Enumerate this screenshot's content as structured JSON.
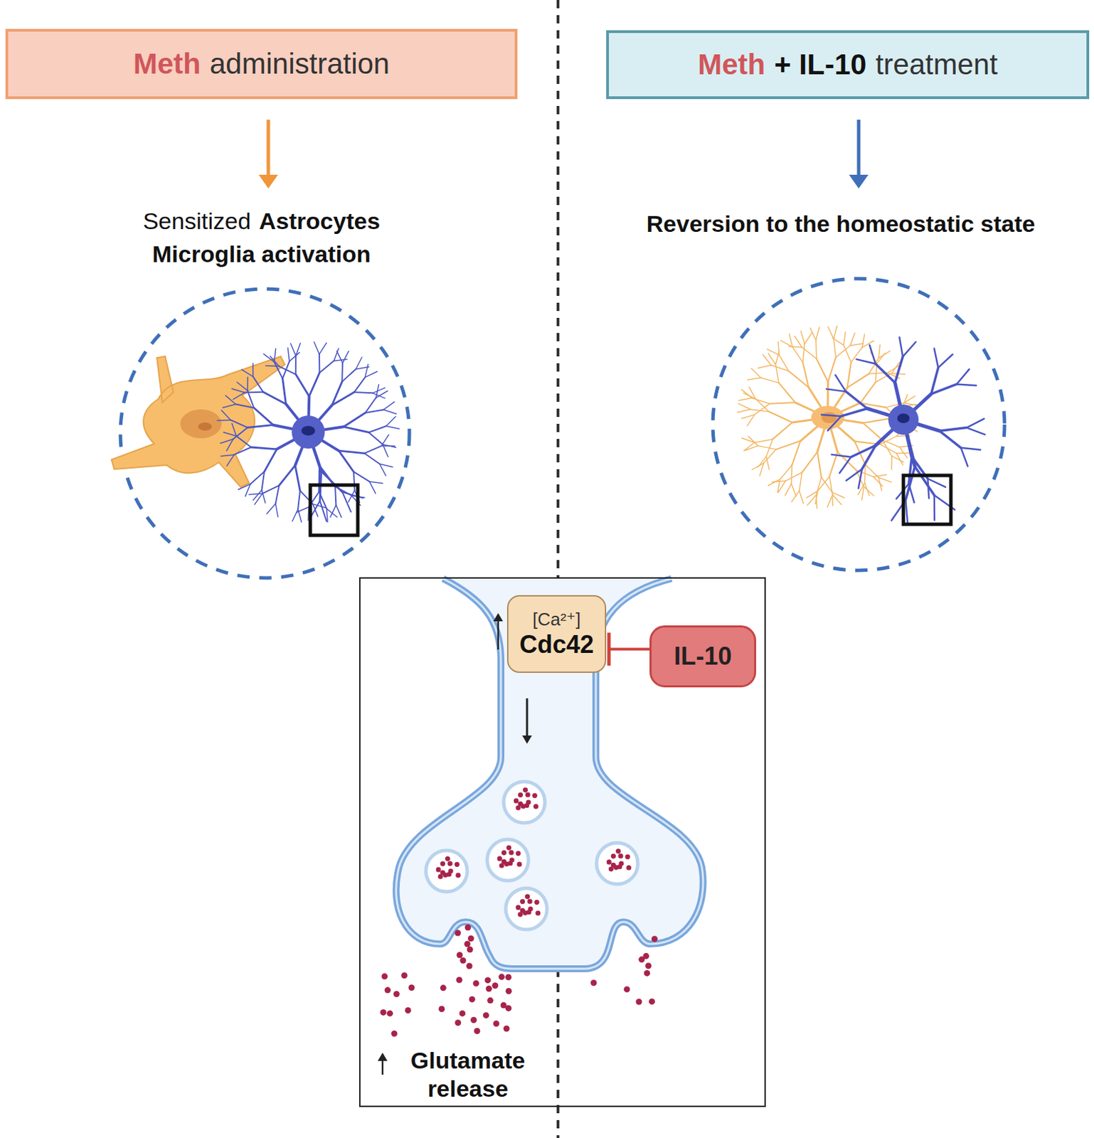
{
  "diagram": {
    "nodes": [
      {
        "text": [
          "Meth",
          "administration"
        ]
      },
      {
        "text": [
          "Meth",
          "+ IL-10",
          "treatment"
        ]
      },
      {
        "text": [
          "Glutamate release"
        ]
      },
      {
        "text": [
          "[Ca²⁺]",
          "Cdc42"
        ],
        "in": 2
      },
      {
        "text": [
          "IL-10"
        ],
        "in": 2
      }
    ],
    "edges": [
      {
        "from": 4,
        "to": 3,
        "arrow": "to"
      }
    ],
    "labels": [
      "Sensitized",
      "Astrocytes",
      "Microglia activation",
      "Reversion to the homeostatic state"
    ]
  }
}
